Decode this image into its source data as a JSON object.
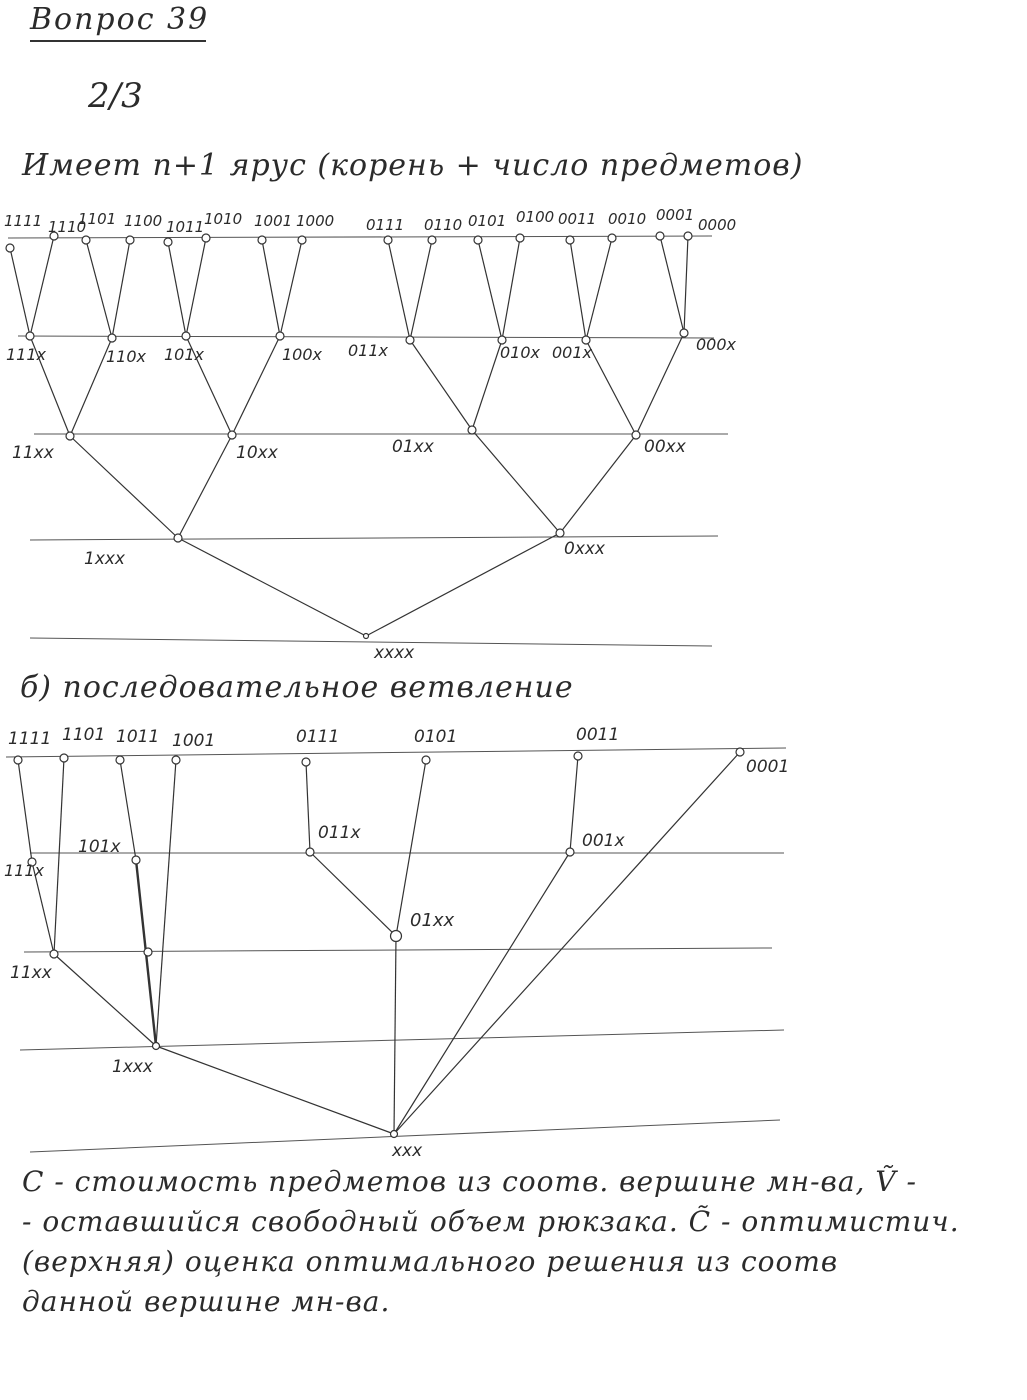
{
  "title": "Вопрос 39",
  "fraction": "2/3",
  "heading_a": "Имеет n+1 ярус (корень + число предметов)",
  "heading_b": "б) последовательное ветвление",
  "tree_a": {
    "levels": [
      [
        "1111",
        "1110",
        "1101",
        "1100",
        "1011",
        "1010",
        "1001",
        "1000",
        "0111",
        "0110",
        "0101",
        "0100",
        "0011",
        "0010",
        "0001",
        "0000"
      ],
      [
        "111x",
        "110x",
        "101x",
        "100x",
        "011x",
        "010x",
        "001x",
        "000x"
      ],
      [
        "11xx",
        "10xx",
        "01xx",
        "00xx"
      ],
      [
        "1xxx",
        "0xxx"
      ],
      [
        "xxxx"
      ]
    ]
  },
  "tree_b": {
    "leaves": [
      "1111",
      "1101",
      "1011",
      "1001",
      "0111",
      "0101",
      "0011",
      "0001"
    ],
    "internal": [
      "111x",
      "101x",
      "011x",
      "001x",
      "11xx",
      "01xx",
      "1xxx",
      "xxx"
    ]
  },
  "legend": [
    "C - стоимость предметов из соотв. вершине мн-ва, Ṽ -",
    "- оставшийся свободный объем рюкзака. C̃ - оптимистич.",
    "(верхняя) оценка оптимального решения из соотв",
    "данной вершине мн-ва."
  ]
}
